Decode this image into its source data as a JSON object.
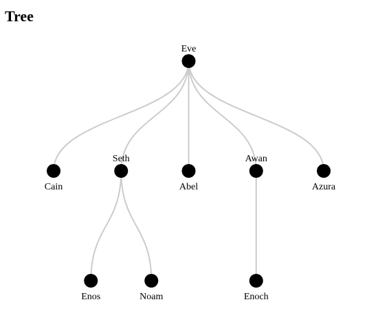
{
  "page": {
    "title": "Tree"
  },
  "colors": {
    "link": "#cccccc",
    "node": "#000000",
    "text": "#000000"
  },
  "tree": {
    "name": "Eve",
    "children": [
      {
        "name": "Cain"
      },
      {
        "name": "Seth",
        "children": [
          {
            "name": "Enos"
          },
          {
            "name": "Noam"
          }
        ]
      },
      {
        "name": "Abel"
      },
      {
        "name": "Awan",
        "children": [
          {
            "name": "Enoch"
          }
        ]
      },
      {
        "name": "Azura"
      }
    ]
  }
}
